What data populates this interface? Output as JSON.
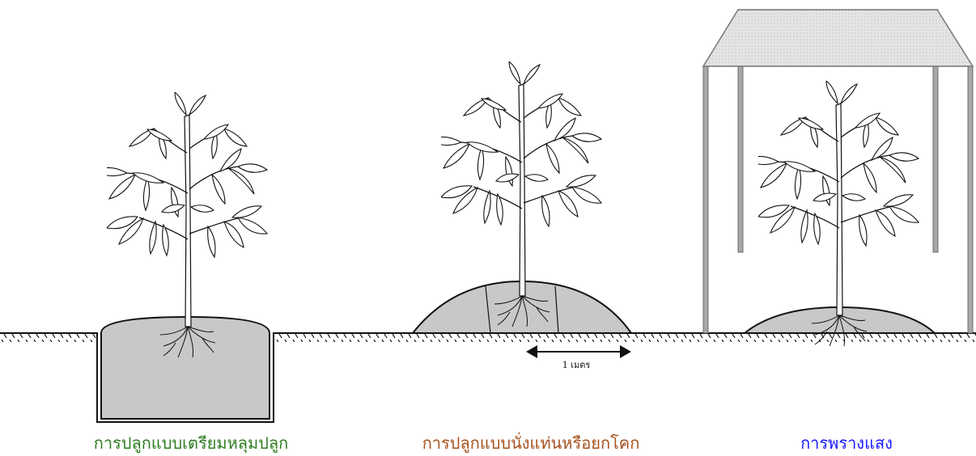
{
  "captions": {
    "pit_method": "การปลูกแบบเตรียมหลุมปลูก",
    "mound_method": "การปลูกแบบนั่งแท่นหรือยกโคก",
    "shade_method": "การพรางแสง"
  },
  "scale_label": "1 เมตร",
  "colors": {
    "pit_caption": "#2e7d1e",
    "mound_caption": "#a5511d",
    "shade_caption": "#1a1aff",
    "soil": "#c8c8c8",
    "net": "#e2e2e2",
    "pole": "#a8a8a8",
    "line": "#111111"
  }
}
